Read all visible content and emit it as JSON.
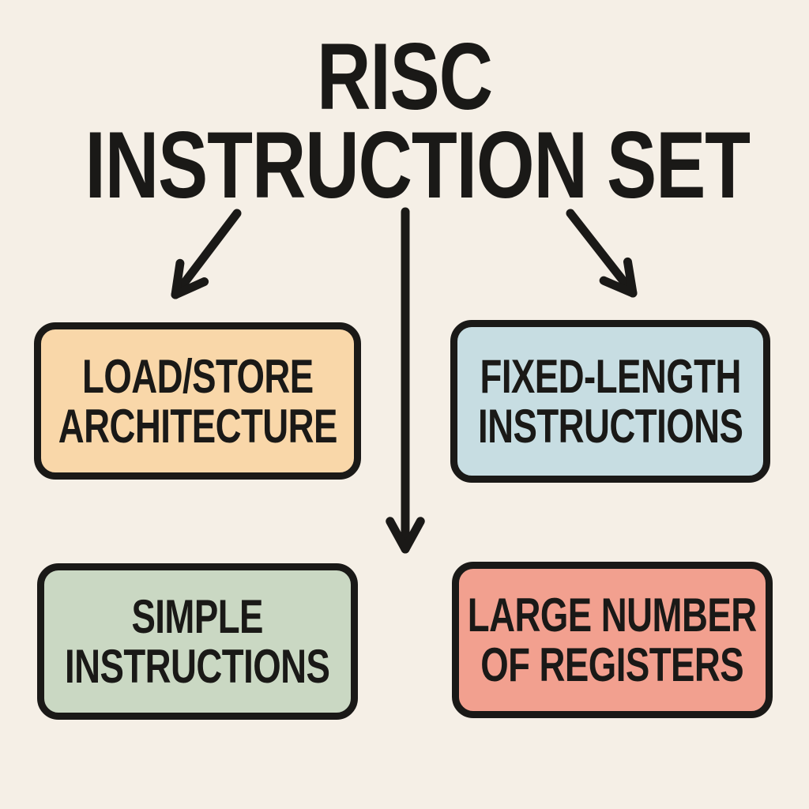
{
  "title": {
    "line1": "RISC",
    "line2": "INSTRUCTION SET"
  },
  "boxes": [
    {
      "name": "load-store-architecture",
      "line1": "LOAD/STORE",
      "line2": "ARCHITECTURE",
      "fill": "#F9D7A9"
    },
    {
      "name": "fixed-length-instructions",
      "line1": "FIXED-LENGTH",
      "line2": "INSTRUCTIONS",
      "fill": "#C7DDE2"
    },
    {
      "name": "simple-instructions",
      "line1": "SIMPLE",
      "line2": "INSTRUCTIONS",
      "fill": "#CAD8C3"
    },
    {
      "name": "large-number-of-registers",
      "line1": "LARGE NUMBER",
      "line2": "OF REGISTERS",
      "fill": "#F2A08F"
    }
  ],
  "arrows": [
    {
      "name": "arrow-to-load-store",
      "direction": "down-left"
    },
    {
      "name": "arrow-center-down",
      "direction": "down"
    },
    {
      "name": "arrow-to-fixed-length",
      "direction": "down-right"
    }
  ],
  "colors": {
    "background": "#F5EFE6",
    "ink": "#1A1917"
  }
}
